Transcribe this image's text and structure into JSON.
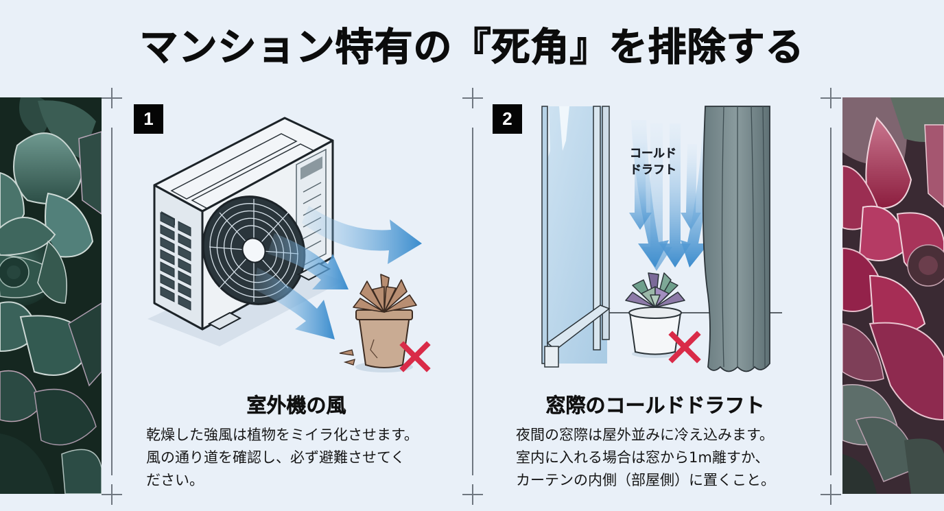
{
  "title": "マンション特有の『死角』を排除する",
  "colors": {
    "background": "#e9f0f8",
    "divider": "#6f7780",
    "badge_bg": "#050505",
    "arrow_blue": "#3f8fd0",
    "cross_red": "#d92b48"
  },
  "photos": {
    "left": {
      "subject": "frosted green succulent",
      "icon": "succulent-photo-green"
    },
    "right": {
      "subject": "frosted red succulent",
      "icon": "succulent-photo-red"
    }
  },
  "panels": [
    {
      "number": "1",
      "illustration": "outdoor-ac-unit-wind-withered-plant",
      "heading": "室外機の風",
      "body_lines": [
        "乾燥した強風は植物をミイラ化させます。",
        "風の通り道を確認し、必ず避難させてく",
        "ださい。"
      ]
    },
    {
      "number": "2",
      "illustration": "window-cold-draft-plant",
      "draft_label_lines": [
        "コールド",
        "ドラフト"
      ],
      "heading": "窓際のコールドドラフト",
      "body_lines": [
        "夜間の窓際は屋外並みに冷え込みます。",
        "室内に入れる場合は窓から1m離すか、",
        "カーテンの内側（部屋側）に置くこと。"
      ]
    }
  ]
}
